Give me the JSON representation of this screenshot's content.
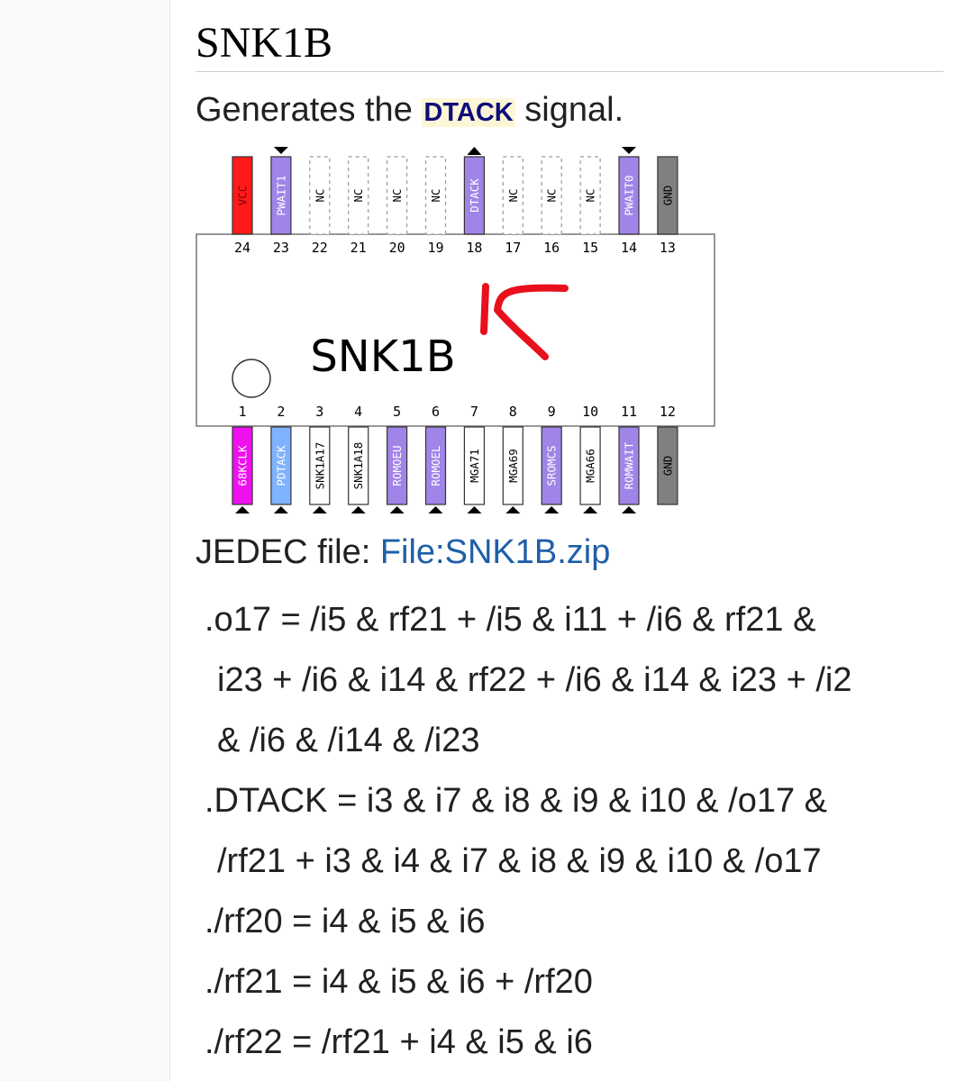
{
  "section": {
    "title": "SNK1B",
    "intro_before": "Generates the ",
    "intro_signal": "DTACK",
    "intro_after": " signal."
  },
  "chip": {
    "name": "SNK1B",
    "top_pins": [
      {
        "num": "24",
        "label": "VCC",
        "color": "#ff1a1a",
        "text_color": "#7a0000",
        "nc": false,
        "arrow": "none"
      },
      {
        "num": "23",
        "label": "PWAIT1",
        "color": "#a084e8",
        "text_color": "#ffffff",
        "nc": false,
        "arrow": "down"
      },
      {
        "num": "22",
        "label": "NC",
        "color": "#ffffff",
        "text_color": "#000000",
        "nc": true,
        "arrow": "none"
      },
      {
        "num": "21",
        "label": "NC",
        "color": "#ffffff",
        "text_color": "#000000",
        "nc": true,
        "arrow": "none"
      },
      {
        "num": "20",
        "label": "NC",
        "color": "#ffffff",
        "text_color": "#000000",
        "nc": true,
        "arrow": "none"
      },
      {
        "num": "19",
        "label": "NC",
        "color": "#ffffff",
        "text_color": "#000000",
        "nc": true,
        "arrow": "none"
      },
      {
        "num": "18",
        "label": "DTACK",
        "color": "#a084e8",
        "text_color": "#ffffff",
        "nc": false,
        "arrow": "up"
      },
      {
        "num": "17",
        "label": "NC",
        "color": "#ffffff",
        "text_color": "#000000",
        "nc": true,
        "arrow": "none"
      },
      {
        "num": "16",
        "label": "NC",
        "color": "#ffffff",
        "text_color": "#000000",
        "nc": true,
        "arrow": "none"
      },
      {
        "num": "15",
        "label": "NC",
        "color": "#ffffff",
        "text_color": "#000000",
        "nc": true,
        "arrow": "none"
      },
      {
        "num": "14",
        "label": "PWAIT0",
        "color": "#a084e8",
        "text_color": "#ffffff",
        "nc": false,
        "arrow": "down"
      },
      {
        "num": "13",
        "label": "GND",
        "color": "#808080",
        "text_color": "#000000",
        "nc": false,
        "arrow": "none"
      }
    ],
    "bottom_pins": [
      {
        "num": "1",
        "label": "68KCLK",
        "color": "#ee11ee",
        "text_color": "#ffffff",
        "nc": false,
        "arrow": "up"
      },
      {
        "num": "2",
        "label": "PDTACK",
        "color": "#7fb2ff",
        "text_color": "#ffffff",
        "nc": false,
        "arrow": "up"
      },
      {
        "num": "3",
        "label": "SNK1A17",
        "color": "#ffffff",
        "text_color": "#000000",
        "nc": false,
        "arrow": "up"
      },
      {
        "num": "4",
        "label": "SNK1A18",
        "color": "#ffffff",
        "text_color": "#000000",
        "nc": false,
        "arrow": "up"
      },
      {
        "num": "5",
        "label": "ROMOEU",
        "color": "#a084e8",
        "text_color": "#ffffff",
        "nc": false,
        "arrow": "up"
      },
      {
        "num": "6",
        "label": "ROMOEL",
        "color": "#a084e8",
        "text_color": "#ffffff",
        "nc": false,
        "arrow": "up"
      },
      {
        "num": "7",
        "label": "MGA71",
        "color": "#ffffff",
        "text_color": "#000000",
        "nc": false,
        "arrow": "up"
      },
      {
        "num": "8",
        "label": "MGA69",
        "color": "#ffffff",
        "text_color": "#000000",
        "nc": false,
        "arrow": "up"
      },
      {
        "num": "9",
        "label": "SROMCS",
        "color": "#a084e8",
        "text_color": "#ffffff",
        "nc": false,
        "arrow": "up"
      },
      {
        "num": "10",
        "label": "MGA66",
        "color": "#ffffff",
        "text_color": "#000000",
        "nc": false,
        "arrow": "up"
      },
      {
        "num": "11",
        "label": "ROMWAIT",
        "color": "#a084e8",
        "text_color": "#ffffff",
        "nc": false,
        "arrow": "up"
      },
      {
        "num": "12",
        "label": "GND",
        "color": "#808080",
        "text_color": "#000000",
        "nc": false,
        "arrow": "none"
      }
    ],
    "annotation_color": "#e8101c"
  },
  "jedec": {
    "label": "JEDEC file: ",
    "link": "File:SNK1B.zip"
  },
  "equations": [
    {
      "lines": [
        ".o17 = /i5 & rf21 + /i5 & i11 + /i6 & rf21 &",
        "i23 + /i6 & i14 & rf22 + /i6 & i14 & i23 + /i2",
        "& /i6 & /i14 & /i23"
      ]
    },
    {
      "lines": [
        ".DTACK = i3 & i7 & i8 & i9 & i10 & /o17 &",
        "/rf21 + i3 & i4 & i7 & i8 & i9 & i10 & /o17"
      ]
    },
    {
      "lines": [
        "./rf20 = i4 & i5 & i6"
      ]
    },
    {
      "lines": [
        "./rf21 = i4 & i5 & i6 + /rf20"
      ]
    },
    {
      "lines": [
        "./rf22 = /rf21 + i4 & i5 & i6"
      ]
    }
  ]
}
